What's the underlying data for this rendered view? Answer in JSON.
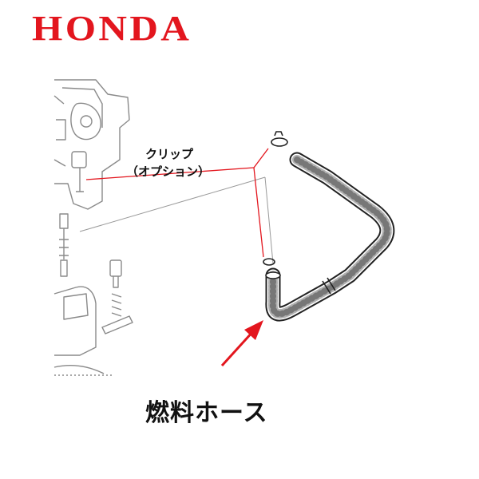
{
  "brand": {
    "name": "HONDA",
    "color": "#e3161e"
  },
  "labels": {
    "clip_line1": "クリップ",
    "clip_line2": "（オプション）",
    "part_name": "燃料ホース"
  },
  "colors": {
    "arrow": "#e3161e",
    "leader": "#e3161e",
    "drawing": "#444444"
  }
}
